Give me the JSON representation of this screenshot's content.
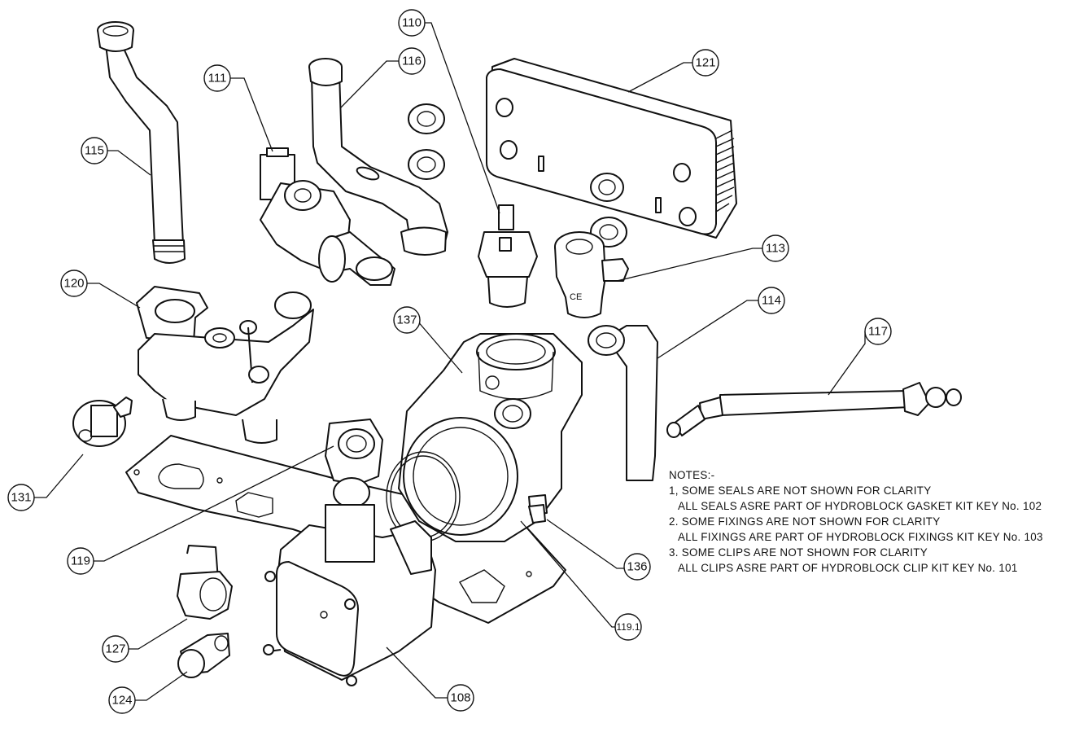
{
  "callouts": {
    "c108": "108",
    "c110": "110",
    "c111": "111",
    "c113": "113",
    "c114": "114",
    "c115": "115",
    "c116": "116",
    "c117": "117",
    "c119": "119",
    "c119_1": "119.1",
    "c120": "120",
    "c121": "121",
    "c124": "124",
    "c127": "127",
    "c131": "131",
    "c136": "136",
    "c137": "137"
  },
  "notes": {
    "heading": "NOTES:-",
    "lines": [
      "1, SOME SEALS ARE NOT SHOWN FOR CLARITY",
      "ALL SEALS ASRE PART OF HYDROBLOCK GASKET KIT KEY No. 102",
      "2. SOME FIXINGS ARE NOT SHOWN FOR CLARITY",
      "ALL FIXINGS ARE PART OF HYDROBLOCK FIXINGS KIT KEY No. 103",
      "3. SOME CLIPS ARE NOT SHOWN FOR CLARITY",
      "ALL CLIPS ASRE PART OF HYDROBLOCK CLIP KIT KEY No. 101"
    ]
  }
}
